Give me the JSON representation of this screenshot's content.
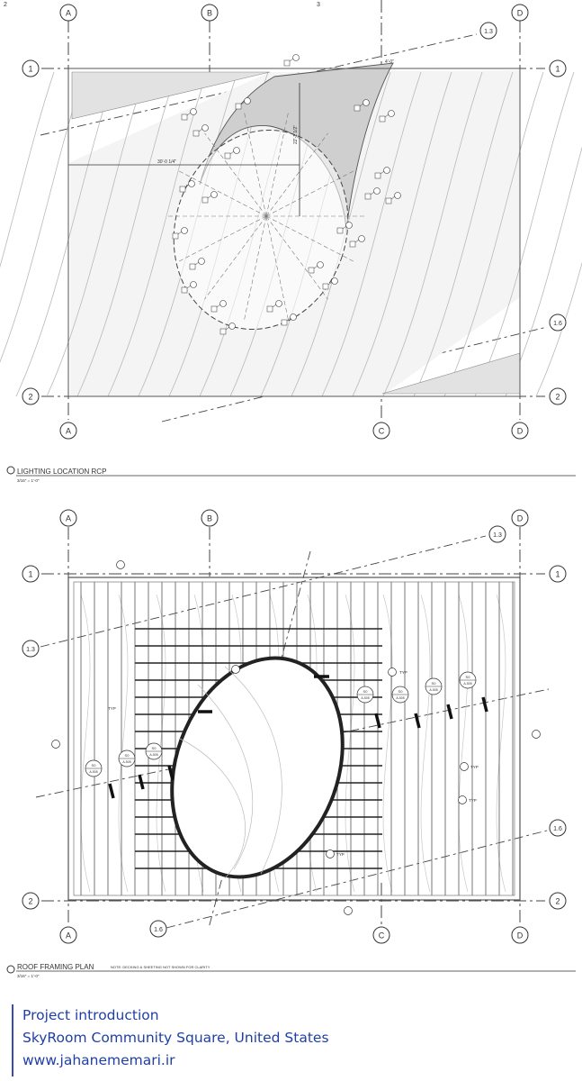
{
  "sheet_markers": [
    "2",
    "3"
  ],
  "grid": {
    "letters": [
      "A",
      "B",
      "C",
      "D"
    ],
    "numbers": [
      "1",
      "2"
    ],
    "diagonals": [
      "1.3",
      "1.6"
    ]
  },
  "plans": [
    {
      "title": "LIGHTING LOCATION RCP",
      "scale": "3/16\" = 1'-0\"",
      "note": ""
    },
    {
      "title": "ROOF FRAMING PLAN",
      "scale": "3/16\" = 1'-0\"",
      "note": "NOTE: DECKING & SHEETING NOT SHOWN FOR CLARITY"
    }
  ],
  "dimensions": [
    "30'-0 1/4\"",
    "22'-1 1/2\"",
    "4'-0\""
  ],
  "tags": {
    "typ": "TYP",
    "section_top": "S0",
    "section_bottom": "A-505"
  },
  "caption": {
    "line1": "Project introduction",
    "line2": "SkyRoom Community Square, United States",
    "line3": "www.jahanememari.ir"
  },
  "colors": {
    "caption": "#1f3fa8",
    "line": "#333333",
    "fill": "#dcdcdc"
  }
}
